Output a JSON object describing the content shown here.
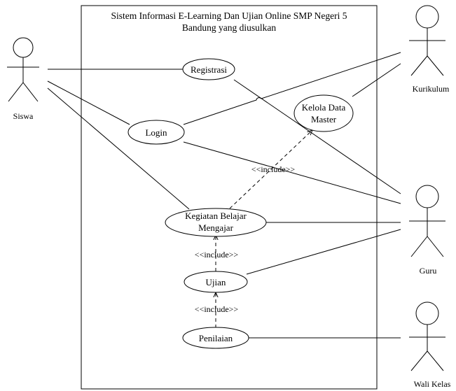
{
  "system": {
    "title_line1": "Sistem Informasi E-Learning Dan Ujian Online SMP Negeri 5",
    "title_line2": "Bandung yang diusulkan"
  },
  "actors": {
    "siswa": "Siswa",
    "kurikulum": "Kurikulum",
    "guru": "Guru",
    "wali_kelas": "Wali Kelas"
  },
  "use_cases": {
    "registrasi": "Registrasi",
    "login": "Login",
    "kelola_line1": "Kelola Data",
    "kelola_line2": "Master",
    "kbm_line1": "Kegiatan Belajar",
    "kbm_line2": "Mengajar",
    "ujian": "Ujian",
    "penilaian": "Penilaian"
  },
  "relations": {
    "include_kbm_kelola": "<<include>>",
    "include_ujian_kbm": "<<include>>",
    "include_penilaian_ujian": "<<include>>"
  }
}
